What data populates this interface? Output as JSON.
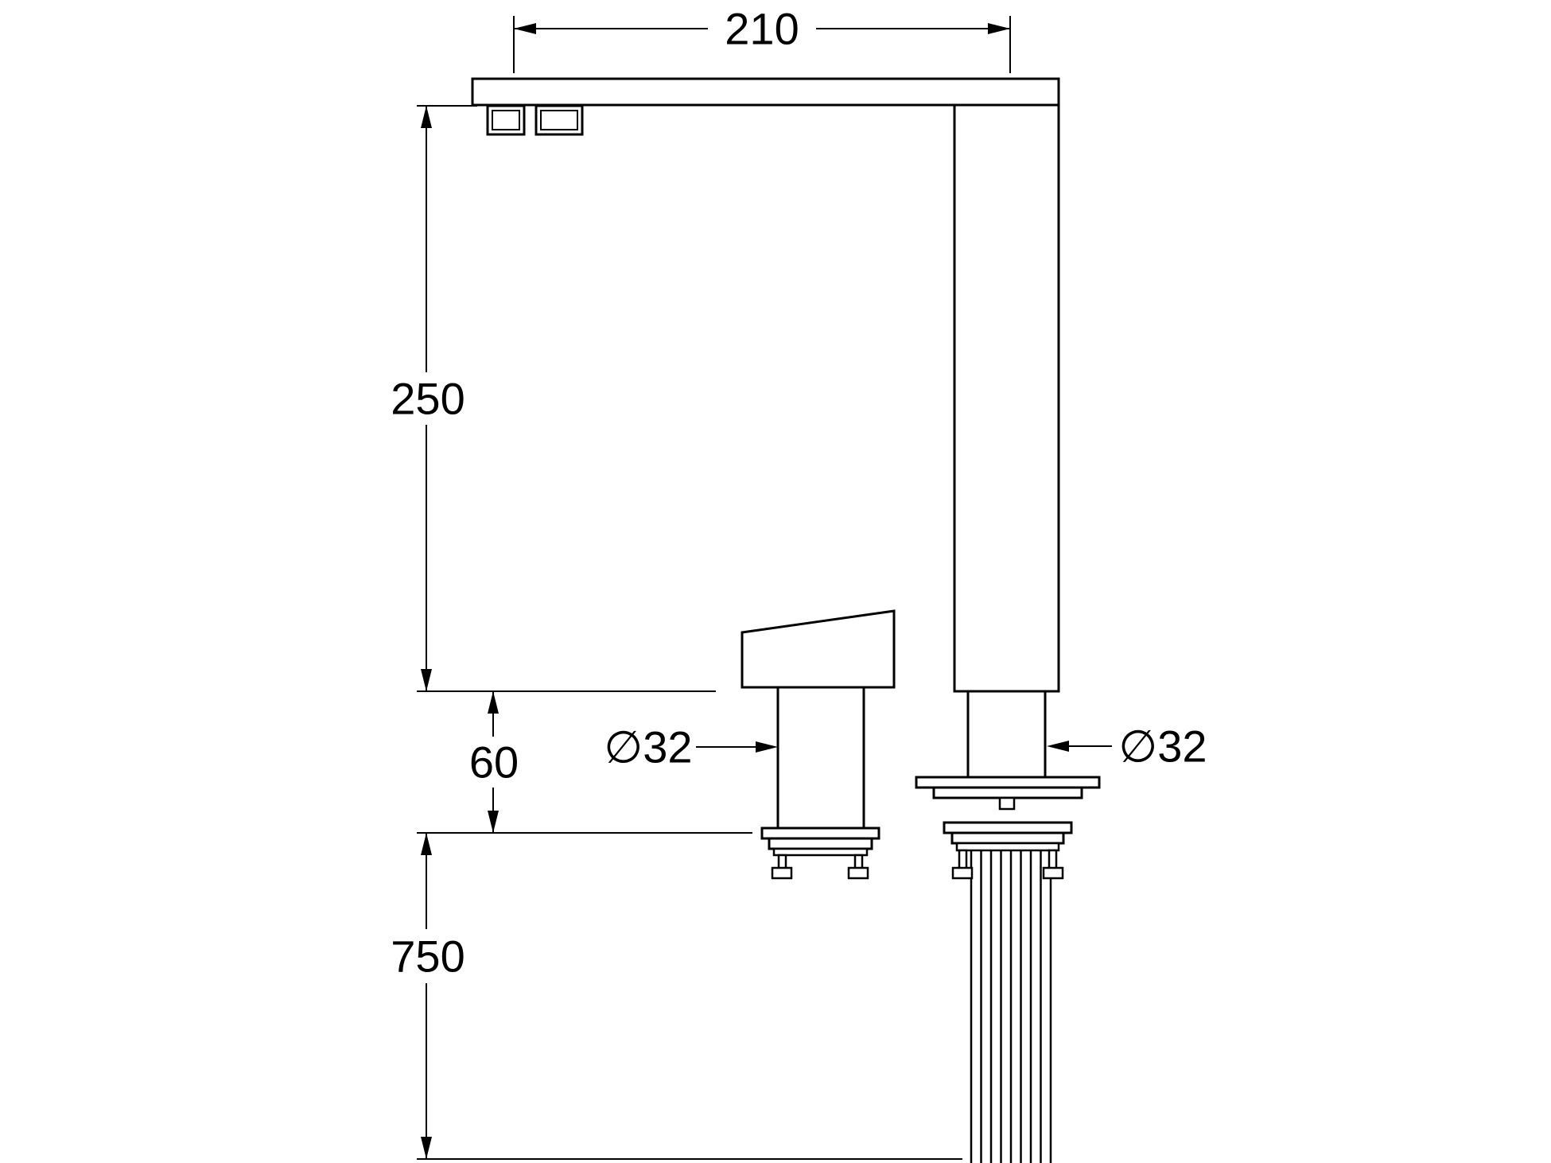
{
  "page": {
    "background_color": "#ffffff",
    "line_color": "#000000"
  },
  "drawing": {
    "labels": {
      "dim_spout_reach": "210",
      "dim_spout_height": "250",
      "dim_body_exposure": "60",
      "dim_hose_length": "750",
      "dia_handle": "∅32",
      "dia_body": "∅32"
    }
  }
}
